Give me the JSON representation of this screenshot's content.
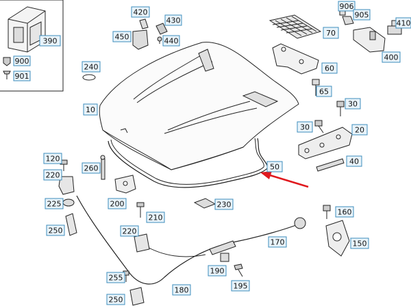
{
  "colors": {
    "label_fill": "#e8f3fa",
    "label_stroke": "#3c8dbc",
    "line": "#222222",
    "arrow": "#e0191e"
  },
  "labels": {
    "p390": "390",
    "p900": "900",
    "p901": "901",
    "p420": "420",
    "p430": "430",
    "p450": "450",
    "p440": "440",
    "p906": "906",
    "p905": "905",
    "p70": "70",
    "p410": "410",
    "p400": "400",
    "p60": "60",
    "p240": "240",
    "p10": "10",
    "p65": "65",
    "p30a": "30",
    "p30b": "30",
    "p20": "20",
    "p40": "40",
    "p50": "50",
    "p120": "120",
    "p260": "260",
    "p220a": "220",
    "p225": "225",
    "p200": "200",
    "p230": "230",
    "p210": "210",
    "p250a": "250",
    "p160": "160",
    "p150": "150",
    "p220b": "220",
    "p170": "170",
    "p190": "190",
    "p255": "255",
    "p195": "195",
    "p180": "180",
    "p250b": "250"
  }
}
